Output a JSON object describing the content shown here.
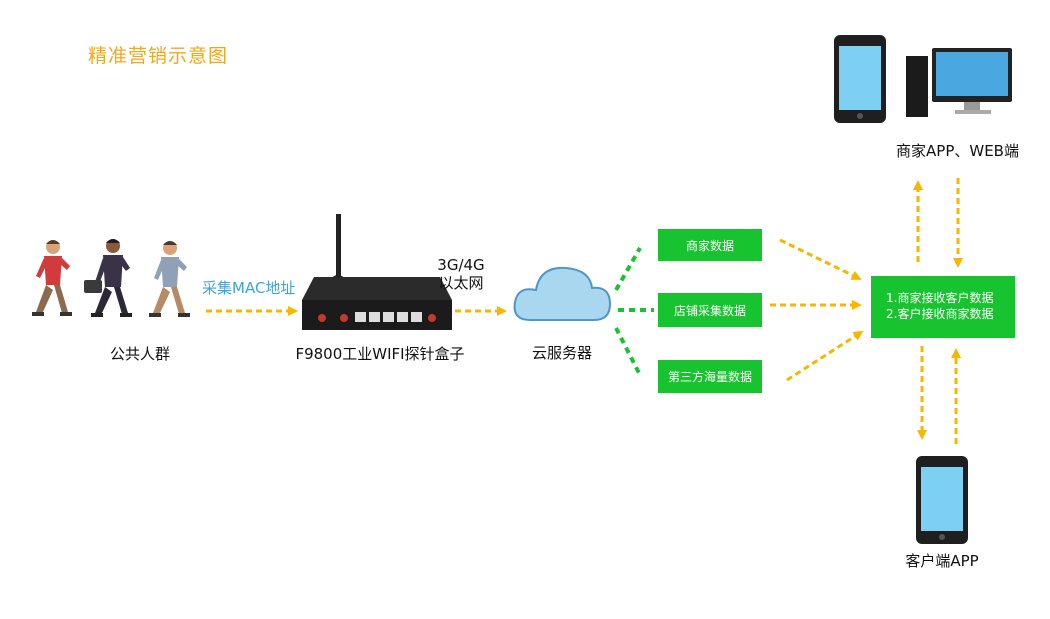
{
  "title": "精准营销示意图",
  "labels": {
    "crowd": "公共人群",
    "mac": "采集MAC地址",
    "router": "F9800工业WIFI探针盒子",
    "network_line1": "3G/4G",
    "network_line2": "以太网",
    "cloud": "云服务器",
    "merchant": "商家APP、WEB端",
    "client": "客户端APP"
  },
  "data_boxes": [
    "商家数据",
    "店铺采集数据",
    "第三方海量数据"
  ],
  "receive_box": {
    "line1": "1.商家接收客户数据",
    "line2": "2.客户接收商家数据"
  },
  "colors": {
    "title": "#f0a81c",
    "mac_label": "#3ea4dd",
    "arrow_yellow": "#f7b600",
    "green": "#17c42f",
    "cloud": "#a9d7ef"
  }
}
